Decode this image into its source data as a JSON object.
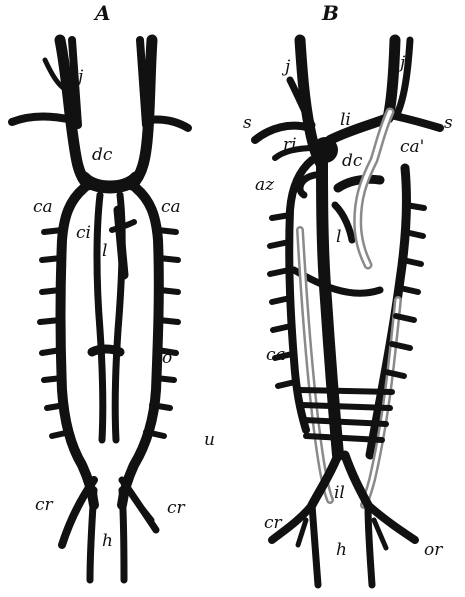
{
  "figure": {
    "panel_a": {
      "title": "A",
      "labels": {
        "j": "j",
        "dc": "dc",
        "ca_left": "ca",
        "ca_right": "ca",
        "ci": "ci",
        "l": "l",
        "o": "o",
        "cr_left": "cr",
        "cr_right": "cr",
        "h": "h"
      }
    },
    "panel_b": {
      "title": "B",
      "labels": {
        "j_left": "j",
        "j_right": "j",
        "s_left": "s",
        "s_right": "s",
        "li": "li",
        "ri": "ri",
        "dc": "dc",
        "ca_prime": "ca'",
        "az": "az",
        "l": "l",
        "ca": "ca",
        "il": "il",
        "cr": "cr",
        "h": "h",
        "or": "or"
      }
    },
    "stray_label": "u",
    "colors": {
      "vein": "#111111",
      "artery": "#8a8a8a",
      "background": "#ffffff"
    }
  }
}
